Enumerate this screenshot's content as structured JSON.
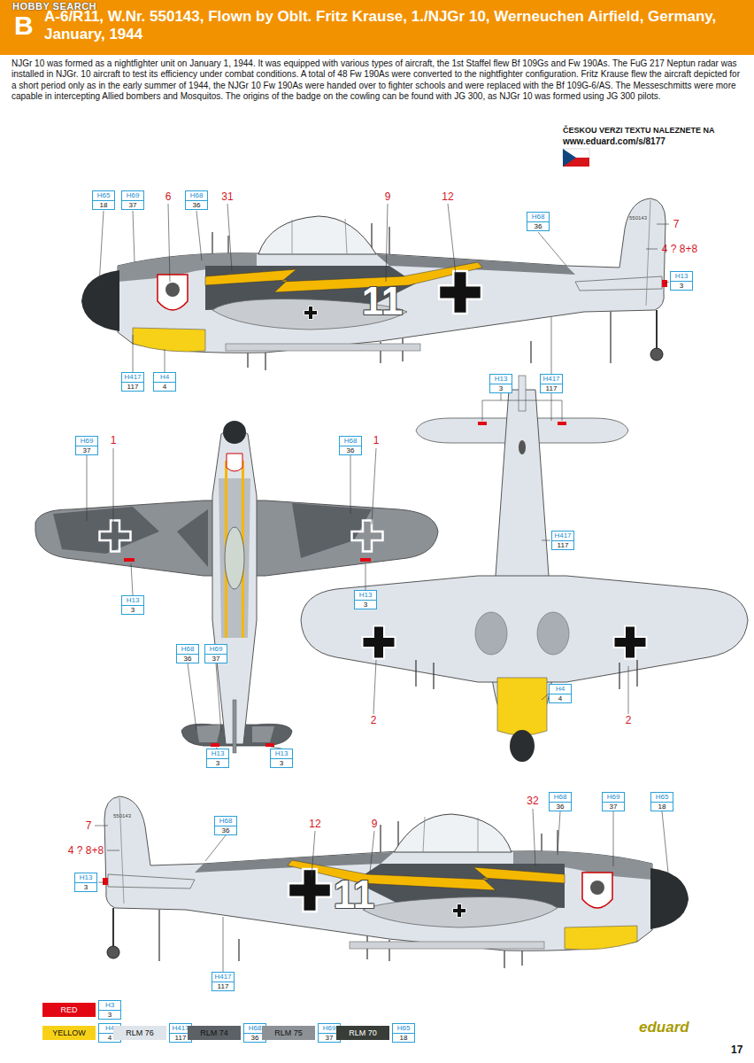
{
  "diagram": {
    "title": "A-6/R11, W.Nr. 550143, Flown by Oblt. Fritz Krause, 1./NJGr 10, Werneuchen Airfield, Germany, January, 1944",
    "nodes": [
      {
        "text": [
          "H65",
          "18"
        ]
      },
      {
        "text": [
          "H69",
          "37"
        ]
      },
      {
        "text": [
          "H68",
          "36"
        ]
      },
      {
        "text": [
          "H68",
          "36"
        ]
      },
      {
        "text": [
          "H13",
          "3"
        ]
      },
      {
        "text": [
          "H417",
          "117"
        ]
      },
      {
        "text": [
          "H4",
          "4"
        ]
      },
      {
        "text": [
          "H13",
          "3"
        ]
      },
      {
        "text": [
          "H417",
          "117"
        ]
      },
      {
        "text": [
          "H69",
          "37"
        ]
      },
      {
        "text": [
          "H68",
          "36"
        ]
      },
      {
        "text": [
          "H417",
          "117"
        ]
      },
      {
        "text": [
          "H13",
          "3"
        ]
      },
      {
        "text": [
          "H13",
          "3"
        ]
      },
      {
        "text": [
          "H68",
          "36"
        ]
      },
      {
        "text": [
          "H69",
          "37"
        ]
      },
      {
        "text": [
          "H4",
          "4"
        ]
      },
      {
        "text": [
          "H13",
          "3"
        ]
      },
      {
        "text": [
          "H13",
          "3"
        ]
      },
      {
        "text": [
          "H68",
          "36"
        ]
      },
      {
        "text": [
          "H69",
          "37"
        ]
      },
      {
        "text": [
          "H65",
          "18"
        ]
      },
      {
        "text": [
          "H68",
          "36"
        ]
      },
      {
        "text": [
          "H13",
          "3"
        ]
      },
      {
        "text": [
          "H417",
          "117"
        ]
      },
      {
        "text": [
          "H3",
          "3"
        ]
      },
      {
        "text": [
          "H4",
          "4"
        ]
      },
      {
        "text": [
          "H417",
          "117"
        ]
      },
      {
        "text": [
          "H68",
          "36"
        ]
      },
      {
        "text": [
          "H69",
          "37"
        ]
      },
      {
        "text": [
          "H65",
          "18"
        ]
      }
    ],
    "labels": [
      "HOBBY SEARCH",
      "B",
      "NJGr 10 was formed as a nightfighter unit on January 1, 1944. It was equipped with various types of aircraft, the 1st Staffel flew Bf 109Gs and Fw 190As. The FuG 217 Neptun radar was installed in NJGr. 10 aircraft to test its efficiency under combat conditions. A total of 48 Fw 190As were converted to the nightfighter configuration. Fritz Krause flew the aircraft depicted for a short period only as in the early summer of 1944, the NJGr 10 Fw 190As were handed over to fighter schools and were replaced with the Bf 109G-6/AS. The Messeschmitts were more capable in intercepting Allied bombers and Mosquitos. The origins of the badge on the cowling can be found with JG 300, as NJGr 10 was formed using JG 300 pilots.",
      "ČESKOU VERZI TEXTU NALEZNETE NA",
      "www.eduard.com/s/8177",
      "6",
      "31",
      "9",
      "12",
      "7",
      "4 ? 8+8",
      "550143",
      "11",
      "1",
      "1",
      "2",
      "2",
      "32",
      "12",
      "9",
      "7",
      "4 ? 8+8",
      "550143",
      "11",
      "eduard",
      "17"
    ],
    "legend": [
      {
        "text": "RED",
        "color": "#e30613"
      },
      {
        "text": "YELLOW",
        "color": "#f7d117"
      },
      {
        "text": "RLM 76",
        "color": "#dfe4ea"
      },
      {
        "text": "RLM 74",
        "color": "#5c6166"
      },
      {
        "text": "RLM 75",
        "color": "#8c9196"
      },
      {
        "text": "RLM 70",
        "color": "#383d38"
      }
    ]
  }
}
